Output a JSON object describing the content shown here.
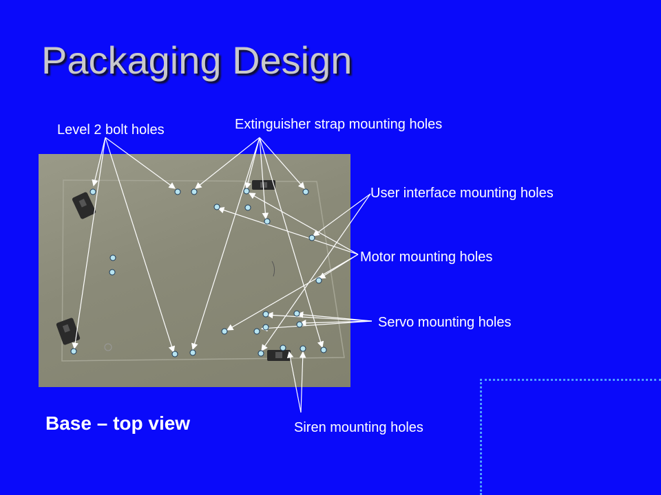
{
  "slide": {
    "title": "Packaging Design",
    "caption": "Base – top view"
  },
  "labels": {
    "level2": "Level 2 bolt holes",
    "extinguisher": "Extinguisher strap mounting holes",
    "user_interface": "User interface mounting holes",
    "motor": "Motor mounting holes",
    "servo": "Servo mounting holes",
    "siren": "Siren mounting holes"
  },
  "colors": {
    "background": "#0a0afa",
    "title": "#c8c8cc",
    "label_text": "#ffffff",
    "arrow": "#ffffff",
    "hole_fill": "#b8e4f0",
    "plate": "#8d8d7b",
    "dotted_border": "#4fa0ff"
  }
}
